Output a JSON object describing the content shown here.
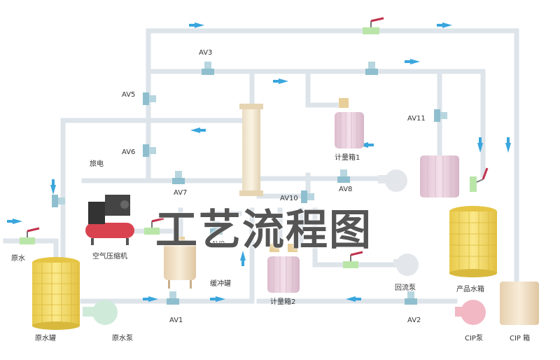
{
  "title": "工艺流程图",
  "labels": {
    "raw_water": "原水",
    "raw_water_tank": "原水罐",
    "raw_water_pump": "原水泵",
    "air_compressor": "空气压缩机",
    "power": "旅电",
    "buffer_tank": "缓冲罐",
    "metering_tank_1": "计量箱1",
    "metering_tank_2": "计量箱2",
    "return_pump": "回流泵",
    "product_water_tank": "产品水箱",
    "cip_pump": "CIP泵",
    "cip_tank": "CIP 箱"
  },
  "valves": {
    "av1": "AV1",
    "av2": "AV2",
    "av3": "AV3",
    "av5": "AV5",
    "av6": "AV6",
    "av7": "AV7",
    "av8": "AV8",
    "av9": "AV9",
    "av10": "AV10",
    "av11": "AV11"
  },
  "colors": {
    "pipe": "#dde4ea",
    "arrow": "#3aa6dd",
    "tank_yellow": "#f3dc63",
    "tank_pink": "#ead2de",
    "tank_beige": "#f1dfc4",
    "valve_body": "#8fbfce",
    "hand_valve": "#b9e6a8",
    "handle_red": "#c0314b",
    "compressor_red": "#d94350",
    "pump_green": "#cfead9",
    "pump_grey": "#e3e6ea",
    "pump_pink": "#f2b8c4"
  }
}
